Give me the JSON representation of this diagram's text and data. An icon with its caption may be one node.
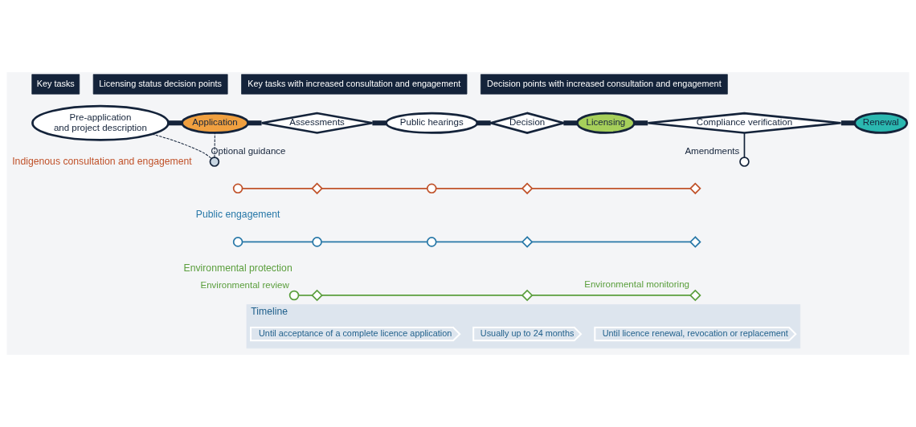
{
  "diagram": {
    "nodes": [
      {
        "text": [
          "Pre-application",
          "and project description"
        ]
      },
      {
        "text": [
          "Application"
        ]
      },
      {
        "text": [
          "Assessments"
        ]
      },
      {
        "text": [
          "Public hearings"
        ]
      },
      {
        "text": [
          "Decision"
        ]
      },
      {
        "text": [
          "Licensing"
        ]
      },
      {
        "text": [
          "Compliance verification"
        ]
      },
      {
        "text": [
          "Renewal"
        ]
      },
      {
        "text": [],
        "shape": "circle",
        "beside": [
          "Optional guidance"
        ]
      },
      {
        "text": [],
        "shape": "circle",
        "beside": [
          "Amendments"
        ]
      },
      {
        "text": [],
        "shape": "circle"
      },
      {
        "text": [],
        "shape": "diamond"
      },
      {
        "text": [],
        "shape": "circle"
      },
      {
        "text": [],
        "shape": "diamond"
      },
      {
        "text": [],
        "shape": "diamond"
      },
      {
        "text": [],
        "shape": "circle"
      },
      {
        "text": [],
        "shape": "circle"
      },
      {
        "text": [],
        "shape": "circle"
      },
      {
        "text": [],
        "shape": "diamond"
      },
      {
        "text": [],
        "shape": "diamond"
      },
      {
        "text": [],
        "shape": "circle",
        "beside": [
          "Environmental review"
        ]
      },
      {
        "text": [],
        "shape": "diamond"
      },
      {
        "text": [],
        "shape": "diamond"
      },
      {
        "text": [],
        "shape": "diamond",
        "beside": [
          "Environmental monitoring"
        ]
      },
      {
        "text": [
          "Timeline"
        ]
      },
      {
        "text": [
          "Until acceptance of a complete licence application"
        ],
        "in": 24
      },
      {
        "text": [
          "Usually up to 24 months"
        ],
        "in": 24
      },
      {
        "text": [
          "Until licence renewal, revocation or replacement"
        ],
        "in": 24
      }
    ],
    "edges": [
      {
        "from": 0,
        "to": 1,
        "arrow": "none",
        "style": "thick",
        "color": "#14233a"
      },
      {
        "from": 1,
        "to": 2,
        "arrow": "none",
        "style": "thick",
        "color": "#14233a"
      },
      {
        "from": 2,
        "to": 3,
        "arrow": "none",
        "style": "thick",
        "color": "#14233a"
      },
      {
        "from": 3,
        "to": 4,
        "arrow": "none",
        "style": "thick",
        "color": "#14233a"
      },
      {
        "from": 4,
        "to": 5,
        "arrow": "none",
        "style": "thick",
        "color": "#14233a"
      },
      {
        "from": 5,
        "to": 6,
        "arrow": "none",
        "style": "thick",
        "color": "#14233a"
      },
      {
        "from": 6,
        "to": 7,
        "arrow": "none",
        "style": "thick",
        "color": "#14233a"
      },
      {
        "from": 0,
        "to": 8,
        "arrow": "none",
        "style": "dashed",
        "color": "#14233a"
      },
      {
        "from": 8,
        "to": 1,
        "arrow": "none",
        "style": "dashed",
        "color": "#14233a"
      },
      {
        "from": 6,
        "to": 9,
        "arrow": "none",
        "color": "#14233a"
      },
      {
        "from": 10,
        "to": 11,
        "arrow": "none",
        "color": "#c0522a"
      },
      {
        "from": 11,
        "to": 12,
        "arrow": "none",
        "color": "#c0522a"
      },
      {
        "from": 12,
        "to": 13,
        "arrow": "none",
        "color": "#c0522a"
      },
      {
        "from": 13,
        "to": 14,
        "arrow": "none",
        "color": "#c0522a"
      },
      {
        "from": 15,
        "to": 16,
        "arrow": "none",
        "color": "#2878a8"
      },
      {
        "from": 16,
        "to": 17,
        "arrow": "none",
        "color": "#2878a8"
      },
      {
        "from": 17,
        "to": 18,
        "arrow": "none",
        "color": "#2878a8"
      },
      {
        "from": 18,
        "to": 19,
        "arrow": "none",
        "color": "#2878a8"
      },
      {
        "from": 20,
        "to": 21,
        "arrow": "none",
        "color": "#5a9e3c"
      },
      {
        "from": 21,
        "to": 22,
        "arrow": "none",
        "color": "#5a9e3c"
      },
      {
        "from": 22,
        "to": 23,
        "arrow": "none",
        "color": "#5a9e3c"
      }
    ],
    "labels": [
      "Indigenous consultation and engagement",
      "Public engagement",
      "Environmental protection"
    ],
    "legend": [
      {
        "text": "Key tasks"
      },
      {
        "text": "Licensing status decision points"
      },
      {
        "text": "Key tasks with increased consultation and engagement"
      },
      {
        "text": "Decision points with increased consultation and engagement"
      }
    ]
  }
}
